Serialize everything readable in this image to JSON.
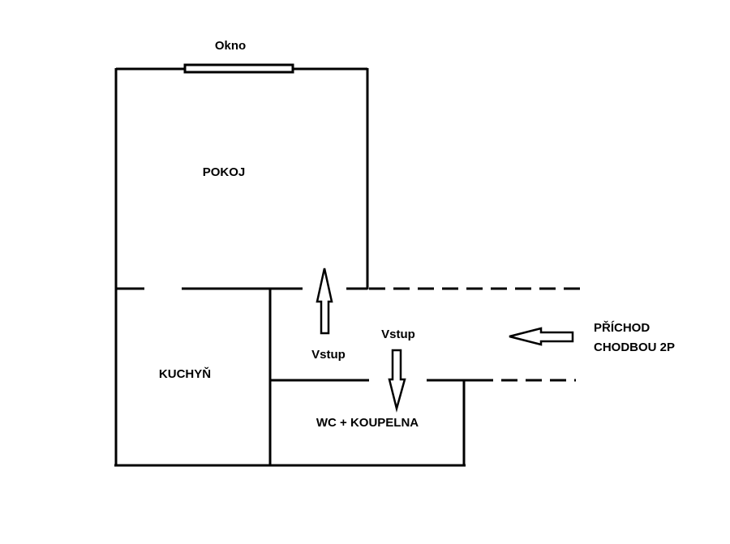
{
  "diagram": {
    "type": "floor-plan",
    "labels": {
      "window": "Okno",
      "room": "POKOJ",
      "kitchen": "KUCHYŇ",
      "bathroom": "WC + KOUPELNA",
      "entrance_room": "Vstup",
      "entrance_bathroom": "Vstup",
      "corridor_line1": "PŘÍCHOD",
      "corridor_line2": "CHODBOU 2P"
    },
    "colors": {
      "line": "#000000",
      "background": "#ffffff"
    }
  }
}
